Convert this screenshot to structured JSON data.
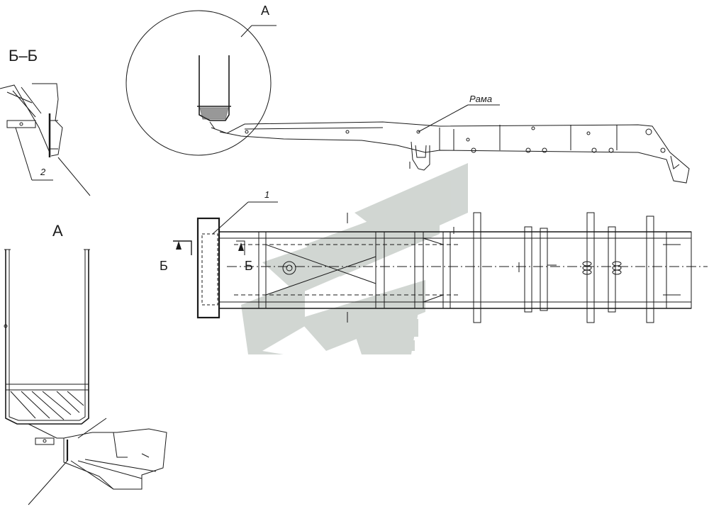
{
  "labels": {
    "section_bb": "Б–Б",
    "view_a_detail": "А",
    "view_a_callout": "А",
    "frame_callout": "Рама",
    "callout_1": "1",
    "callout_2": "2",
    "section_mark_left": "Б",
    "section_mark_right": "Б"
  },
  "colors": {
    "line": "#1a1a1a",
    "watermark": "#c9cfcb"
  }
}
